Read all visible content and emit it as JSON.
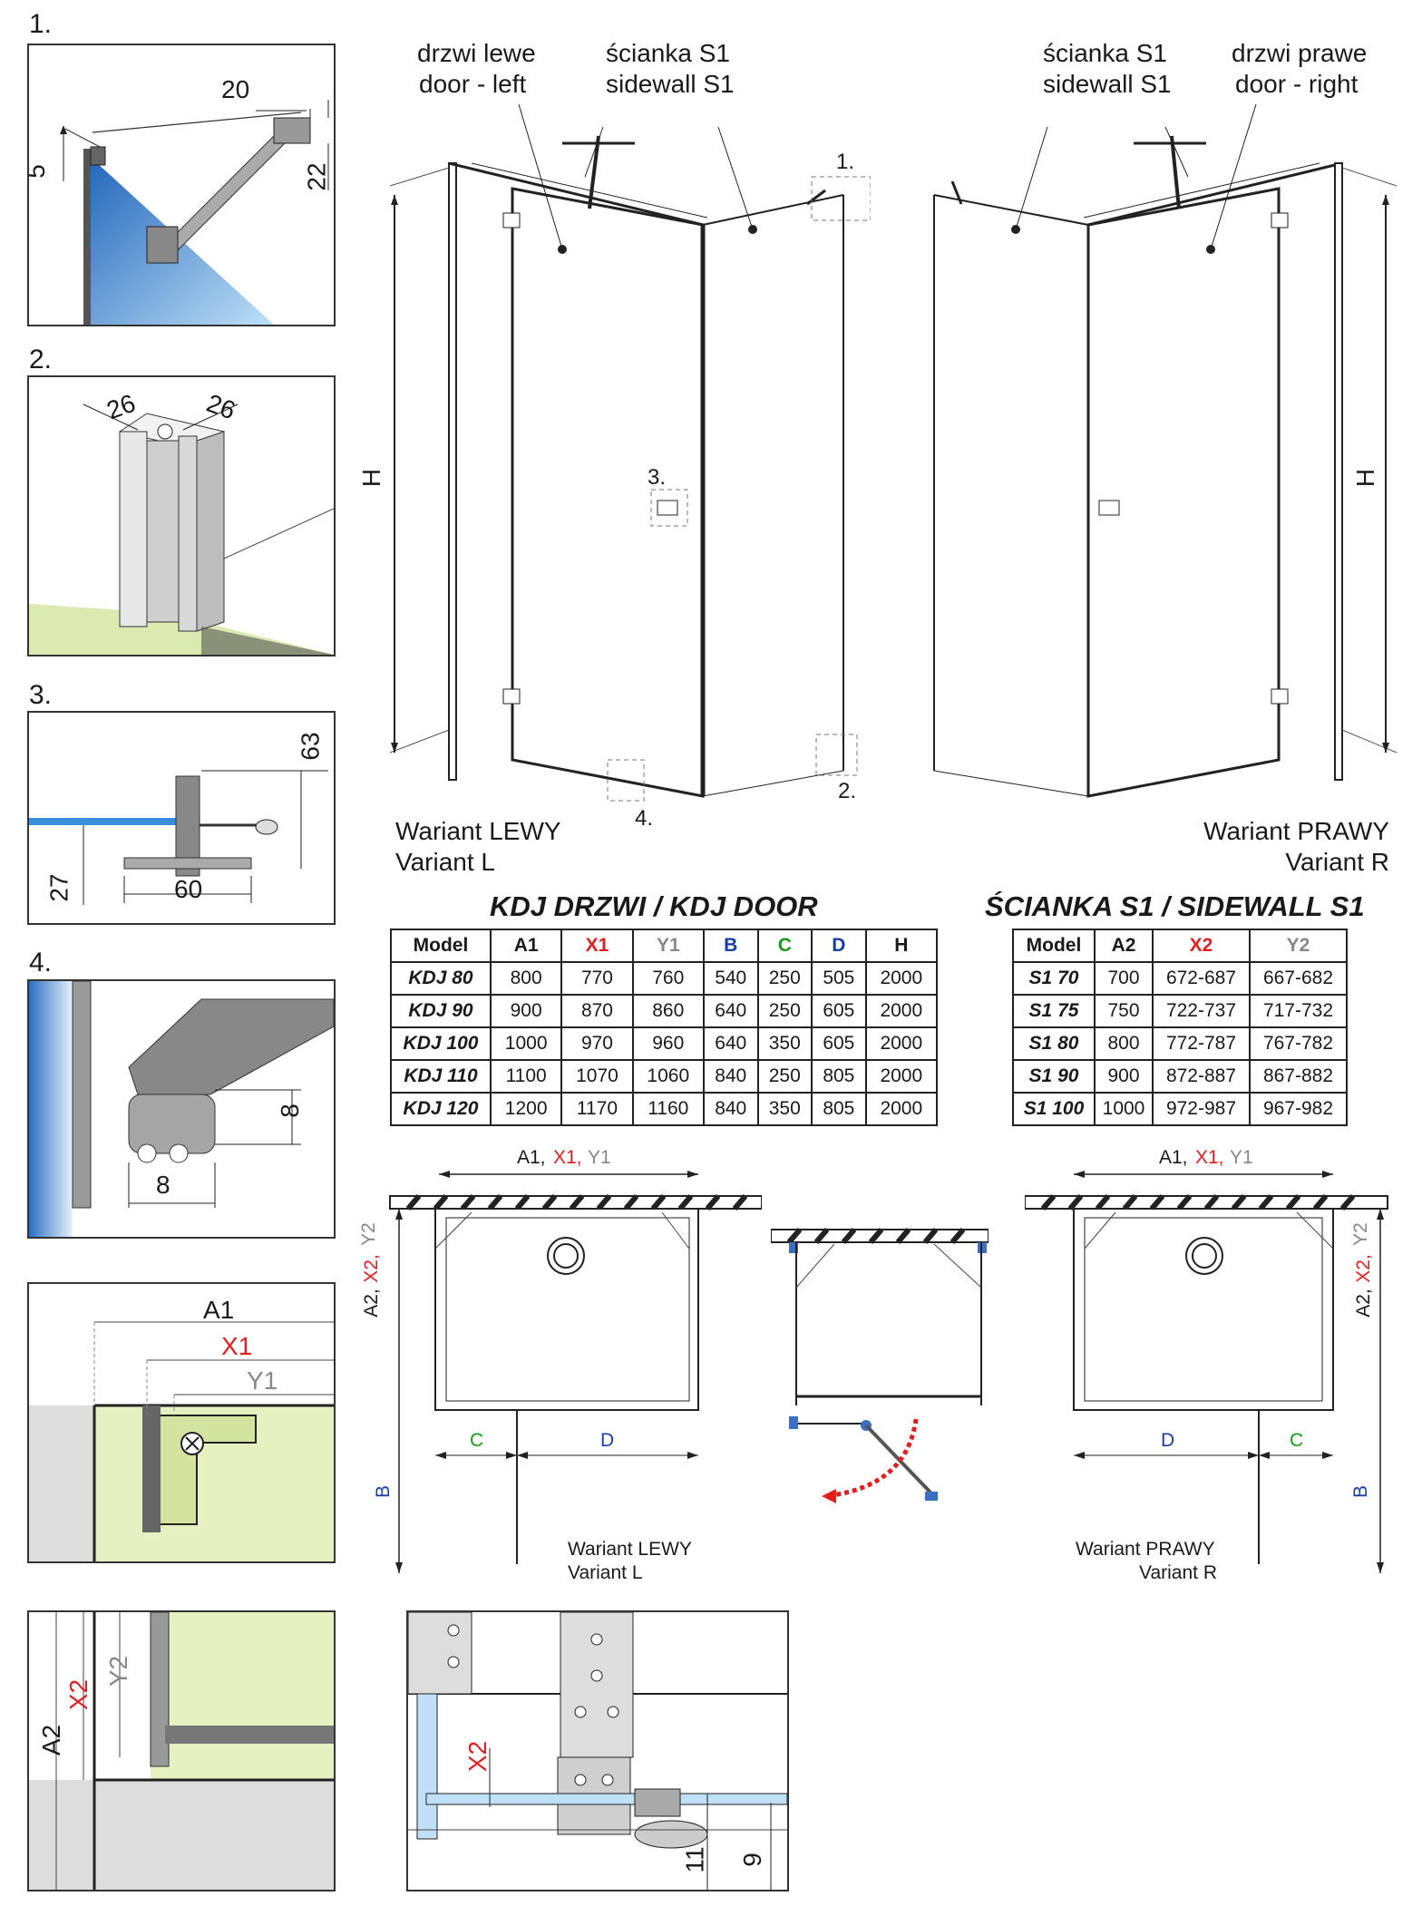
{
  "steps": {
    "s1": "1.",
    "s2": "2.",
    "s3": "3.",
    "s4": "4."
  },
  "detail1": {
    "d20": "20",
    "d5": "5",
    "d22": "22"
  },
  "detail2": {
    "d26a": "26",
    "d26b": "26"
  },
  "detail3": {
    "d63": "63",
    "d27": "27",
    "d60": "60"
  },
  "detail4": {
    "d8v": "8",
    "d8h": "8"
  },
  "detail5": {
    "a1": "A1",
    "x1": "X1",
    "y1": "Y1"
  },
  "detail6": {
    "a2": "A2",
    "x2": "X2",
    "y2": "Y2"
  },
  "detail7": {
    "x2": "X2",
    "d11": "11",
    "d9": "9"
  },
  "left_view": {
    "door_pl": "drzwi lewe",
    "door_en": "door - left",
    "wall_pl": "ścianka S1",
    "wall_en": "sidewall S1",
    "h": "H",
    "c1": "1.",
    "c2": "2.",
    "c3": "3.",
    "c4": "4.",
    "variant_pl": "Wariant LEWY",
    "variant_en": "Variant L"
  },
  "right_view": {
    "wall_pl": "ścianka S1",
    "wall_en": "sidewall S1",
    "door_pl": "drzwi prawe",
    "door_en": "door - right",
    "h": "H",
    "variant_pl": "Wariant PRAWY",
    "variant_en": "Variant R"
  },
  "colors": {
    "x": "#e02020",
    "y": "#888888",
    "b": "#1a3fa0",
    "c": "#1a9a1a",
    "d": "#1a3fa0",
    "glass": "#3a8fd8",
    "floor": "#e6f0c0"
  },
  "door_table": {
    "title": "KDJ DRZWI / KDJ DOOR",
    "headers": [
      "Model",
      "A1",
      "X1",
      "Y1",
      "B",
      "C",
      "D",
      "H"
    ],
    "rows": [
      [
        "KDJ 80",
        "800",
        "770",
        "760",
        "540",
        "250",
        "505",
        "2000"
      ],
      [
        "KDJ 90",
        "900",
        "870",
        "860",
        "640",
        "250",
        "605",
        "2000"
      ],
      [
        "KDJ 100",
        "1000",
        "970",
        "960",
        "640",
        "350",
        "605",
        "2000"
      ],
      [
        "KDJ 110",
        "1100",
        "1070",
        "1060",
        "840",
        "250",
        "805",
        "2000"
      ],
      [
        "KDJ 120",
        "1200",
        "1170",
        "1160",
        "840",
        "350",
        "805",
        "2000"
      ]
    ]
  },
  "wall_table": {
    "title": "ŚCIANKA S1 / SIDEWALL S1",
    "headers": [
      "Model",
      "A2",
      "X2",
      "Y2"
    ],
    "rows": [
      [
        "S1 70",
        "700",
        "672-687",
        "667-682"
      ],
      [
        "S1 75",
        "750",
        "722-737",
        "717-732"
      ],
      [
        "S1 80",
        "800",
        "772-787",
        "767-782"
      ],
      [
        "S1 90",
        "900",
        "872-887",
        "867-882"
      ],
      [
        "S1 100",
        "1000",
        "972-987",
        "967-982"
      ]
    ]
  },
  "plan_left": {
    "a1": "A1,",
    "x1": "X1,",
    "y1": "Y1",
    "a2": "A2,",
    "x2": "X2,",
    "y2": "Y2",
    "b": "B",
    "c": "C",
    "d": "D",
    "variant_pl": "Wariant LEWY",
    "variant_en": "Variant L"
  },
  "plan_right": {
    "a1": "A1,",
    "x1": "X1,",
    "y1": "Y1",
    "a2": "A2,",
    "x2": "X2,",
    "y2": "Y2",
    "b": "B",
    "c": "C",
    "d": "D",
    "variant_pl": "Wariant PRAWY",
    "variant_en": "Variant R"
  }
}
